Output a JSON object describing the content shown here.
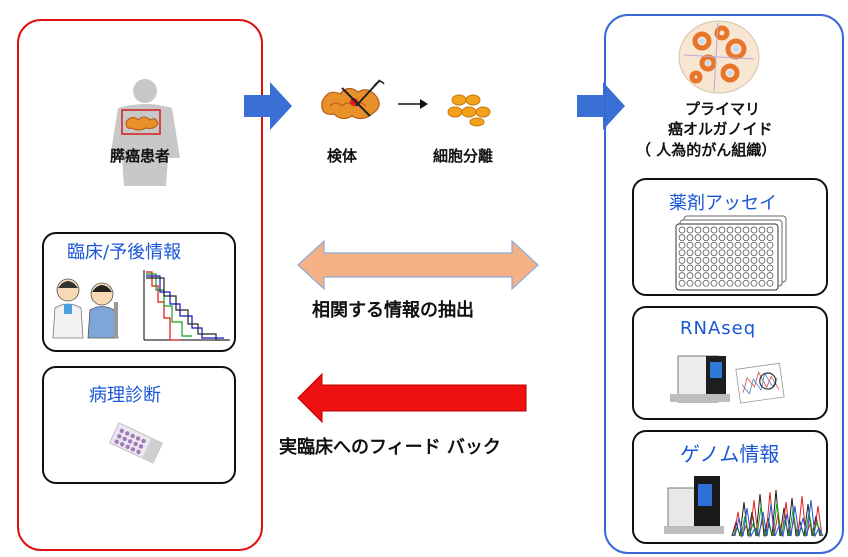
{
  "left_panel": {
    "patient_label": "膵癌患者",
    "clinical_box_title": "臨床/予後情報",
    "pathology_box_title": "病理診断"
  },
  "center": {
    "specimen_label": "検体",
    "cell_isolation_label": "細胞分離",
    "correlation_label": "相関する情報の抽出",
    "feedback_label": "実臨床へのフィード バック"
  },
  "right_panel": {
    "organoid_line1": "プライマリ",
    "organoid_line2": "癌オルガノイド",
    "organoid_line3": "（ 人為的がん組織）",
    "drug_assay_title": "薬剤アッセイ",
    "rnaseq_title": "RNAseq",
    "genome_title": "ゲノム情報"
  },
  "colors": {
    "left_border": "#e01010",
    "right_border": "#3a66d8",
    "flow_arrow": "#3a6fd6",
    "correlation_arrow": "#f4b183",
    "feedback_arrow": "#ee1111",
    "title_blue": "#1a56d8"
  }
}
